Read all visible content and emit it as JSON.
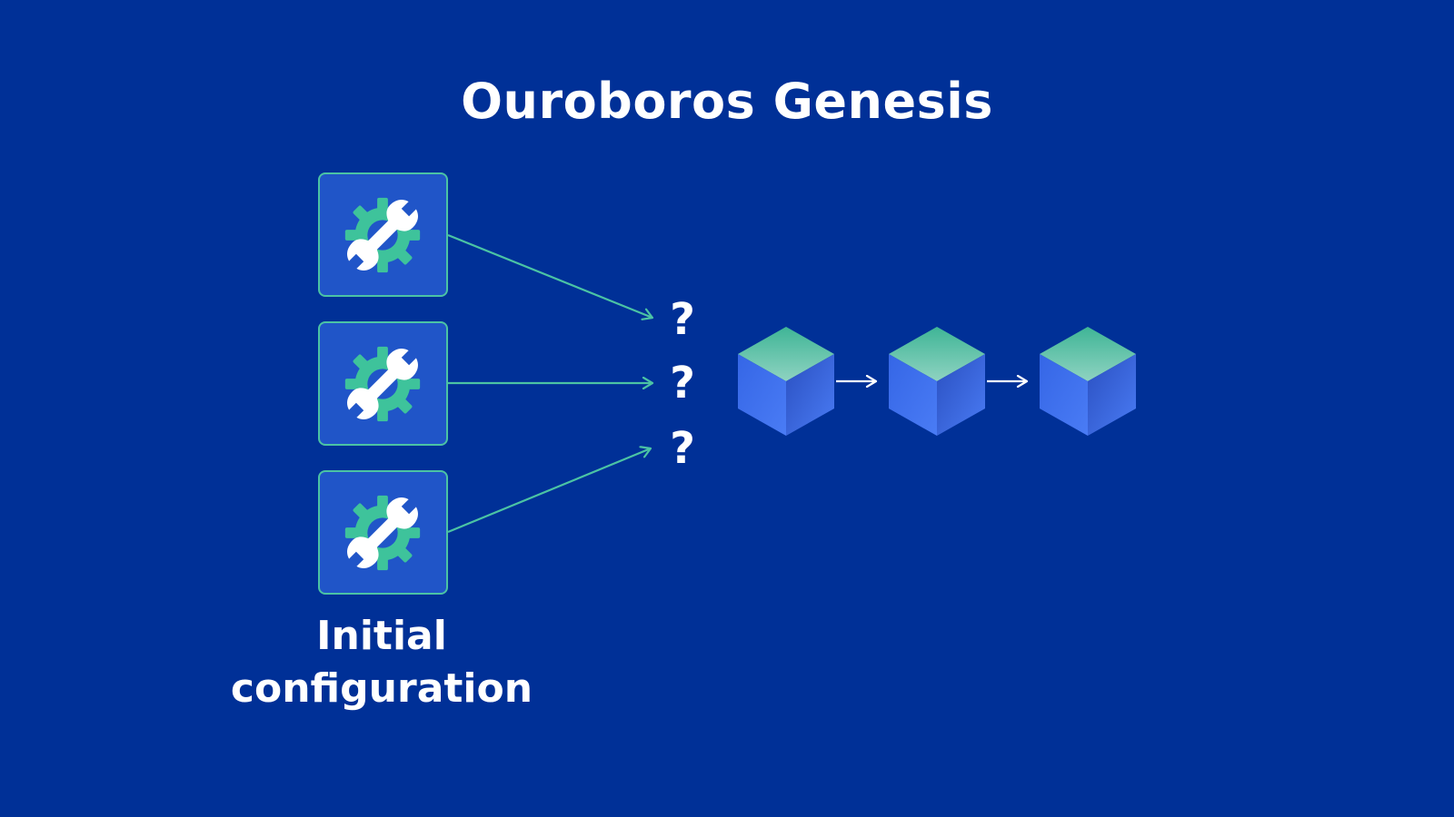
{
  "title": "Ouroboros Genesis",
  "caption": {
    "line1": "Initial",
    "line2": "configuration"
  },
  "question_marks": [
    "?",
    "?",
    "?"
  ],
  "colors": {
    "background": "#003097",
    "config_box": "#2055c8",
    "config_border": "#4bc3a4",
    "gear": "#3ec39b",
    "arrow_green": "#4bc3a4",
    "arrow_white": "#ffffff",
    "cube_top": "#4fbf9c",
    "cube_left": "#3a6cf0",
    "cube_right": "#2d55d0"
  },
  "icons": [
    "wrench-gear-icon",
    "wrench-gear-icon",
    "wrench-gear-icon"
  ],
  "blocks": 3
}
